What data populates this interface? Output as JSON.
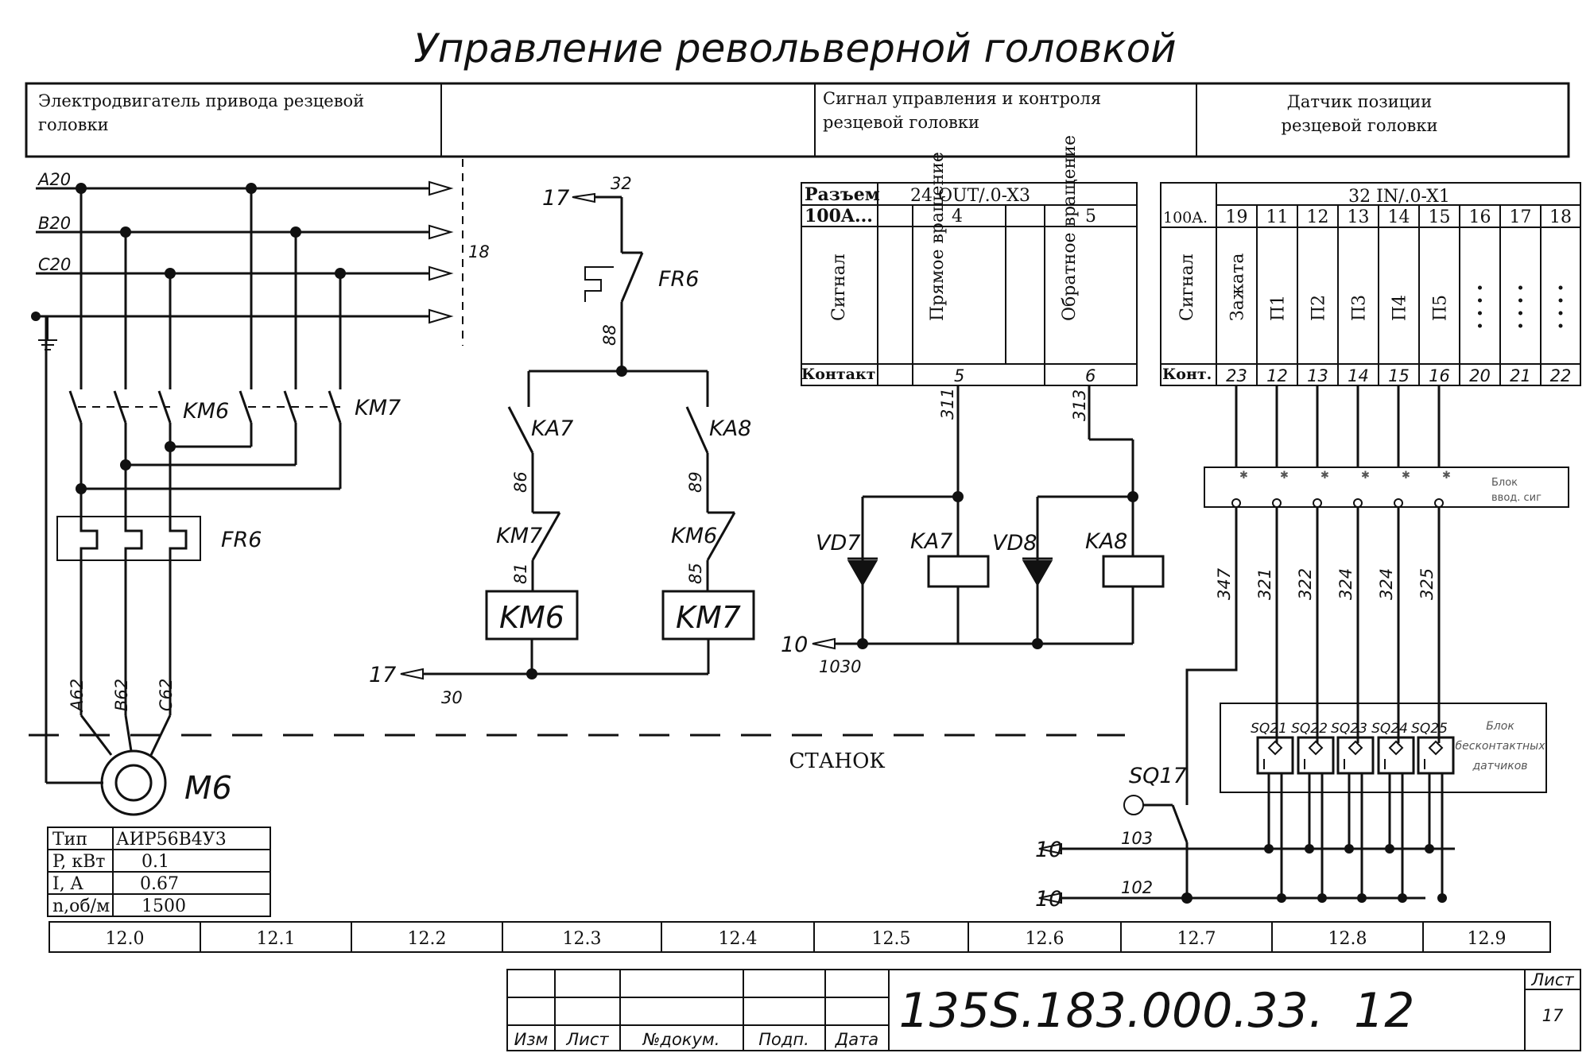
{
  "title": "Управление револьверной головкой",
  "header": {
    "col1": [
      "Электродвигатель привода резцевой",
      "головки"
    ],
    "col3": [
      "Сигнал управления и контроля",
      "резцевой головки"
    ],
    "col4": [
      "Датчик позиции",
      "резцевой головки"
    ]
  },
  "power": {
    "phases": [
      "A20",
      "B20",
      "C20"
    ],
    "bus_ref": "18",
    "km6": "KM6",
    "km7": "KM7",
    "fr6": "FR6",
    "motor_wires": [
      "A62",
      "B62",
      "C62"
    ],
    "motor": "M6"
  },
  "motor_table": {
    "rows": [
      {
        "k": "Тип",
        "v": "АИР56В4У3"
      },
      {
        "k": "P, кВт",
        "v": "0.1"
      },
      {
        "k": "I, A",
        "v": "0.67"
      },
      {
        "k": "n,об/м",
        "v": "1500"
      }
    ]
  },
  "control": {
    "ref_top": "17",
    "wire_top": "32",
    "fr6": "FR6",
    "wire_88": "88",
    "ka7": "KA7",
    "ka8": "KA8",
    "wire_86": "86",
    "wire_89": "89",
    "km7": "KM7",
    "km6": "KM6",
    "wire_81": "81",
    "wire_85": "85",
    "coil1": "KM6",
    "coil2": "KM7",
    "ref_bottom": "17",
    "wire_30": "30"
  },
  "output": {
    "header_k": "Разъем",
    "header_v": "24 OUT/.0-X3",
    "addr_k": "100A...",
    "addr_cols": [
      "4",
      "5"
    ],
    "signal_k": "Сигнал",
    "signals": [
      "Прямое вращение",
      "Обратное вращение"
    ],
    "contact_k": "Контакт",
    "contacts": [
      "5",
      "6"
    ],
    "wires": [
      "311",
      "313"
    ],
    "vd7": "VD7",
    "ka7": "KA7",
    "vd8": "VD8",
    "ka8": "KA8",
    "ref": "10",
    "wire": "1030"
  },
  "input": {
    "header_v": "32 IN/.0-X1",
    "addr_k": "100A.",
    "addr_cols": [
      "19",
      "11",
      "12",
      "13",
      "14",
      "15",
      "16",
      "17",
      "18"
    ],
    "signal_k": "Сигнал",
    "signals": [
      "Зажата",
      "П1",
      "П2",
      "П3",
      "П4",
      "П5",
      "",
      "",
      ""
    ],
    "contact_k": "Конт.",
    "contacts": [
      "23",
      "12",
      "13",
      "14",
      "15",
      "16",
      "20",
      "21",
      "22"
    ],
    "block1_label": [
      "Блок",
      "ввод. сиг"
    ],
    "wires": [
      "347",
      "321",
      "322",
      "324",
      "324",
      "325"
    ],
    "sensors": [
      "SQ21",
      "SQ22",
      "SQ23",
      "SQ24",
      "SQ25"
    ],
    "block2_label": [
      "Блок",
      "бесконтактных",
      "датчиков"
    ],
    "sq17": "SQ17",
    "ref1": "10",
    "wire1": "103",
    "ref2": "10",
    "wire2": "102"
  },
  "machine_label": "СТАНОК",
  "zones": [
    "12.0",
    "12.1",
    "12.2",
    "12.3",
    "12.4",
    "12.5",
    "12.6",
    "12.7",
    "12.8",
    "12.9"
  ],
  "title_block": {
    "cols": [
      "Изм",
      "Лист",
      "№докум.",
      "Подп.",
      "Дата"
    ],
    "doc": "135S.183.000.33.  12",
    "sheet_k": "Лист",
    "sheet_v": "17"
  }
}
